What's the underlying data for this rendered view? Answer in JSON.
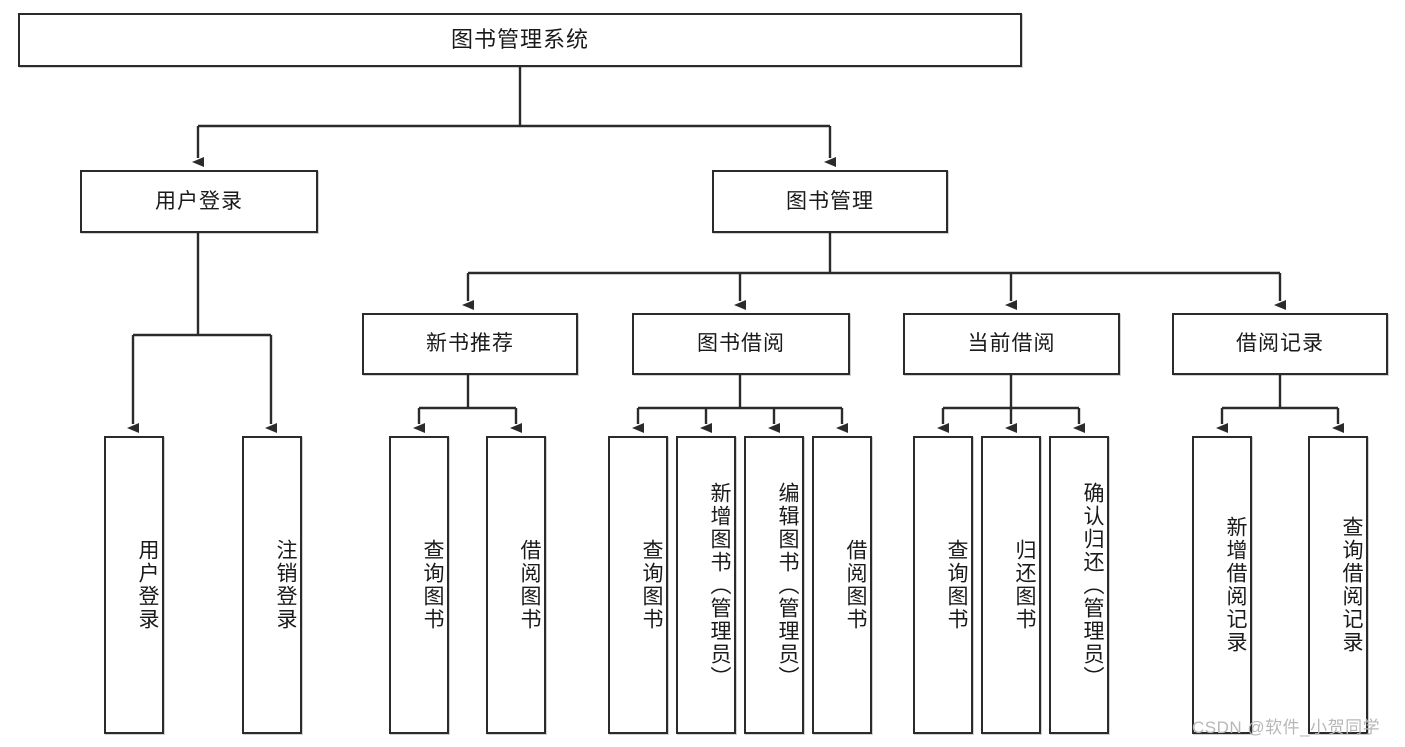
{
  "diagram": {
    "title": "图书管理系统",
    "watermark": "CSDN @软件_小贺同学",
    "colors": {
      "stroke": "#2b2b2b",
      "fill": "#ffffff",
      "text": "#1a1a1a",
      "watermark": "#b8b8b8"
    },
    "levels": {
      "root": {
        "label": "图书管理系统"
      },
      "level2": [
        {
          "label": "用户登录"
        },
        {
          "label": "图书管理"
        }
      ],
      "level3": [
        {
          "label": "新书推荐"
        },
        {
          "label": "图书借阅"
        },
        {
          "label": "当前借阅"
        },
        {
          "label": "借阅记录"
        }
      ],
      "leaves_user_login": [
        {
          "label": "用户登录"
        },
        {
          "label": "注销登录"
        }
      ],
      "leaves_new_book": [
        {
          "label": "查询图书"
        },
        {
          "label": "借阅图书"
        }
      ],
      "leaves_borrow": [
        {
          "label": "查询图书"
        },
        {
          "label": "新增图书（管理员）"
        },
        {
          "label": "编辑图书（管理员）"
        },
        {
          "label": "借阅图书"
        }
      ],
      "leaves_current": [
        {
          "label": "查询图书"
        },
        {
          "label": "归还图书"
        },
        {
          "label": "确认归还（管理员）"
        }
      ],
      "leaves_record": [
        {
          "label": "新增借阅记录"
        },
        {
          "label": "查询借阅记录"
        }
      ]
    }
  }
}
